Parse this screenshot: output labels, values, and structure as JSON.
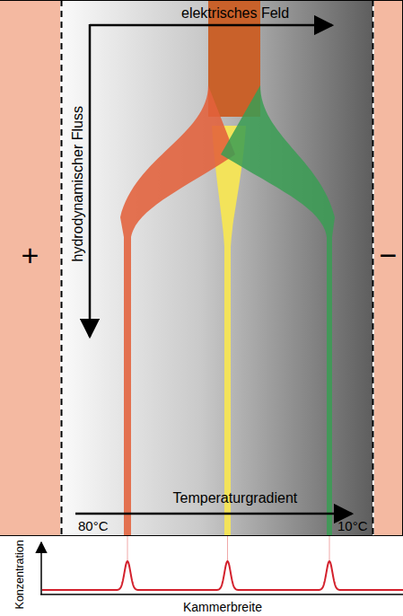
{
  "diagram": {
    "nodes": [
      {
        "text": [
          "+"
        ]
      },
      {
        "text": [
          "−"
        ]
      }
    ],
    "labels": [
      "elektrisches Feld",
      "hydrodynamischer Fluss",
      "Temperaturgradient",
      "80°C",
      "10°C",
      "Konzentration",
      "Kammerbreite"
    ]
  }
}
